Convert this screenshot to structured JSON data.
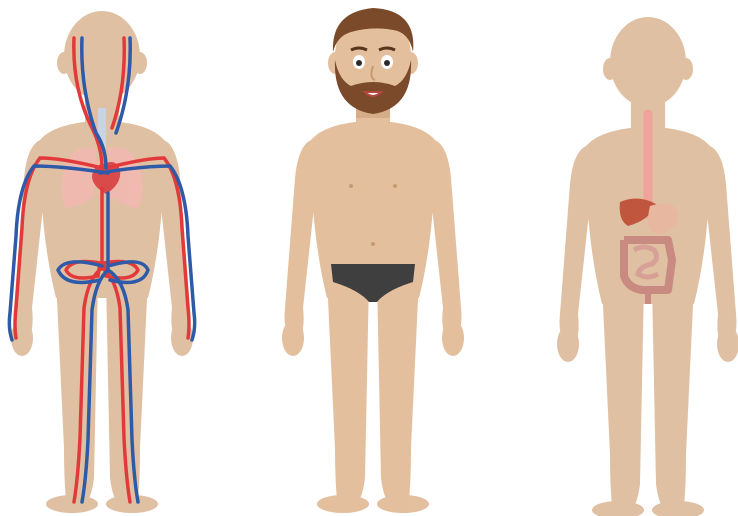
{
  "figures": [
    {
      "id": "circulatory",
      "description_icon": "circulatory-system-figure"
    },
    {
      "id": "man",
      "description_icon": "bearded-man-figure"
    },
    {
      "id": "digestive",
      "description_icon": "digestive-system-figure"
    }
  ],
  "colors": {
    "skin": "#e3bf9d",
    "skin_shadow": "#d5ad89",
    "silhouette": "#dfc0a2",
    "artery": "#e23a3a",
    "vein": "#2f5aa8",
    "lungs": "#f2b9b2",
    "heart": "#d94a4a",
    "hair": "#7a4a2b",
    "underwear": "#3f3f3f",
    "esophagus": "#efa39a",
    "intestine": "#c98a82",
    "liver": "#c0563e",
    "stomach": "#e8b7a0"
  }
}
